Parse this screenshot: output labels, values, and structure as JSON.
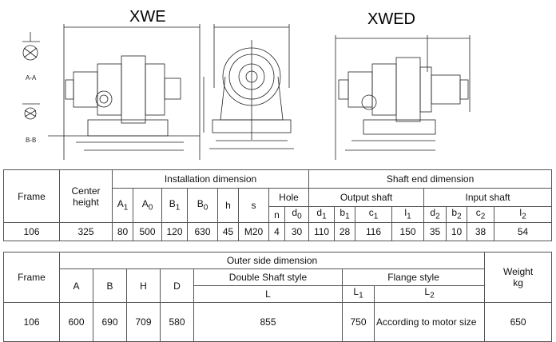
{
  "drawing": {
    "title_left": "XWE",
    "title_right": "XWED",
    "section_a": "A-A",
    "section_b": "B-B"
  },
  "table1": {
    "frame_header": "Frame",
    "center_height_header": "Center height",
    "installation_header": "Installation dimension",
    "shaft_end_header": "Shaft end dimension",
    "output_shaft_header": "Output shaft",
    "input_shaft_header": "Input shaft",
    "hole_header": "Hole",
    "cols": {
      "A1": "A",
      "A1_sub": "1",
      "A0": "A",
      "A0_sub": "0",
      "B1": "B",
      "B1_sub": "1",
      "B0": "B",
      "B0_sub": "0",
      "h": "h",
      "s": "s",
      "n": "n",
      "d0": "d",
      "d0_sub": "0",
      "d1": "d",
      "d1_sub": "1",
      "b1": "b",
      "b1_sub": "1",
      "c1": "c",
      "c1_sub": "1",
      "l1": "l",
      "l1_sub": "1",
      "d2": "d",
      "d2_sub": "2",
      "b2": "b",
      "b2_sub": "2",
      "c2": "c",
      "c2_sub": "2",
      "l2": "l",
      "l2_sub": "2"
    },
    "row": {
      "frame": "106",
      "center_height": "325",
      "A1": "80",
      "A0": "500",
      "B1": "120",
      "B0": "630",
      "h": "45",
      "s": "M20",
      "n": "4",
      "d0": "30",
      "d1": "110",
      "b1": "28",
      "c1": "116",
      "l1": "150",
      "d2": "35",
      "b2": "10",
      "c2": "38",
      "l2": "54"
    }
  },
  "table2": {
    "frame_header": "Frame",
    "outer_header": "Outer side dimension",
    "weight_header": "Weight",
    "weight_unit": "kg",
    "A": "A",
    "B": "B",
    "H": "H",
    "D": "D",
    "double_shaft_header": "Double Shaft style",
    "flange_header": "Flange style",
    "L": "L",
    "L1": "L",
    "L1_sub": "1",
    "L2": "L",
    "L2_sub": "2",
    "row": {
      "frame": "106",
      "A": "600",
      "B": "690",
      "H": "709",
      "D": "580",
      "L": "855",
      "L1": "750",
      "L2": "According to motor size",
      "weight": "650"
    }
  }
}
